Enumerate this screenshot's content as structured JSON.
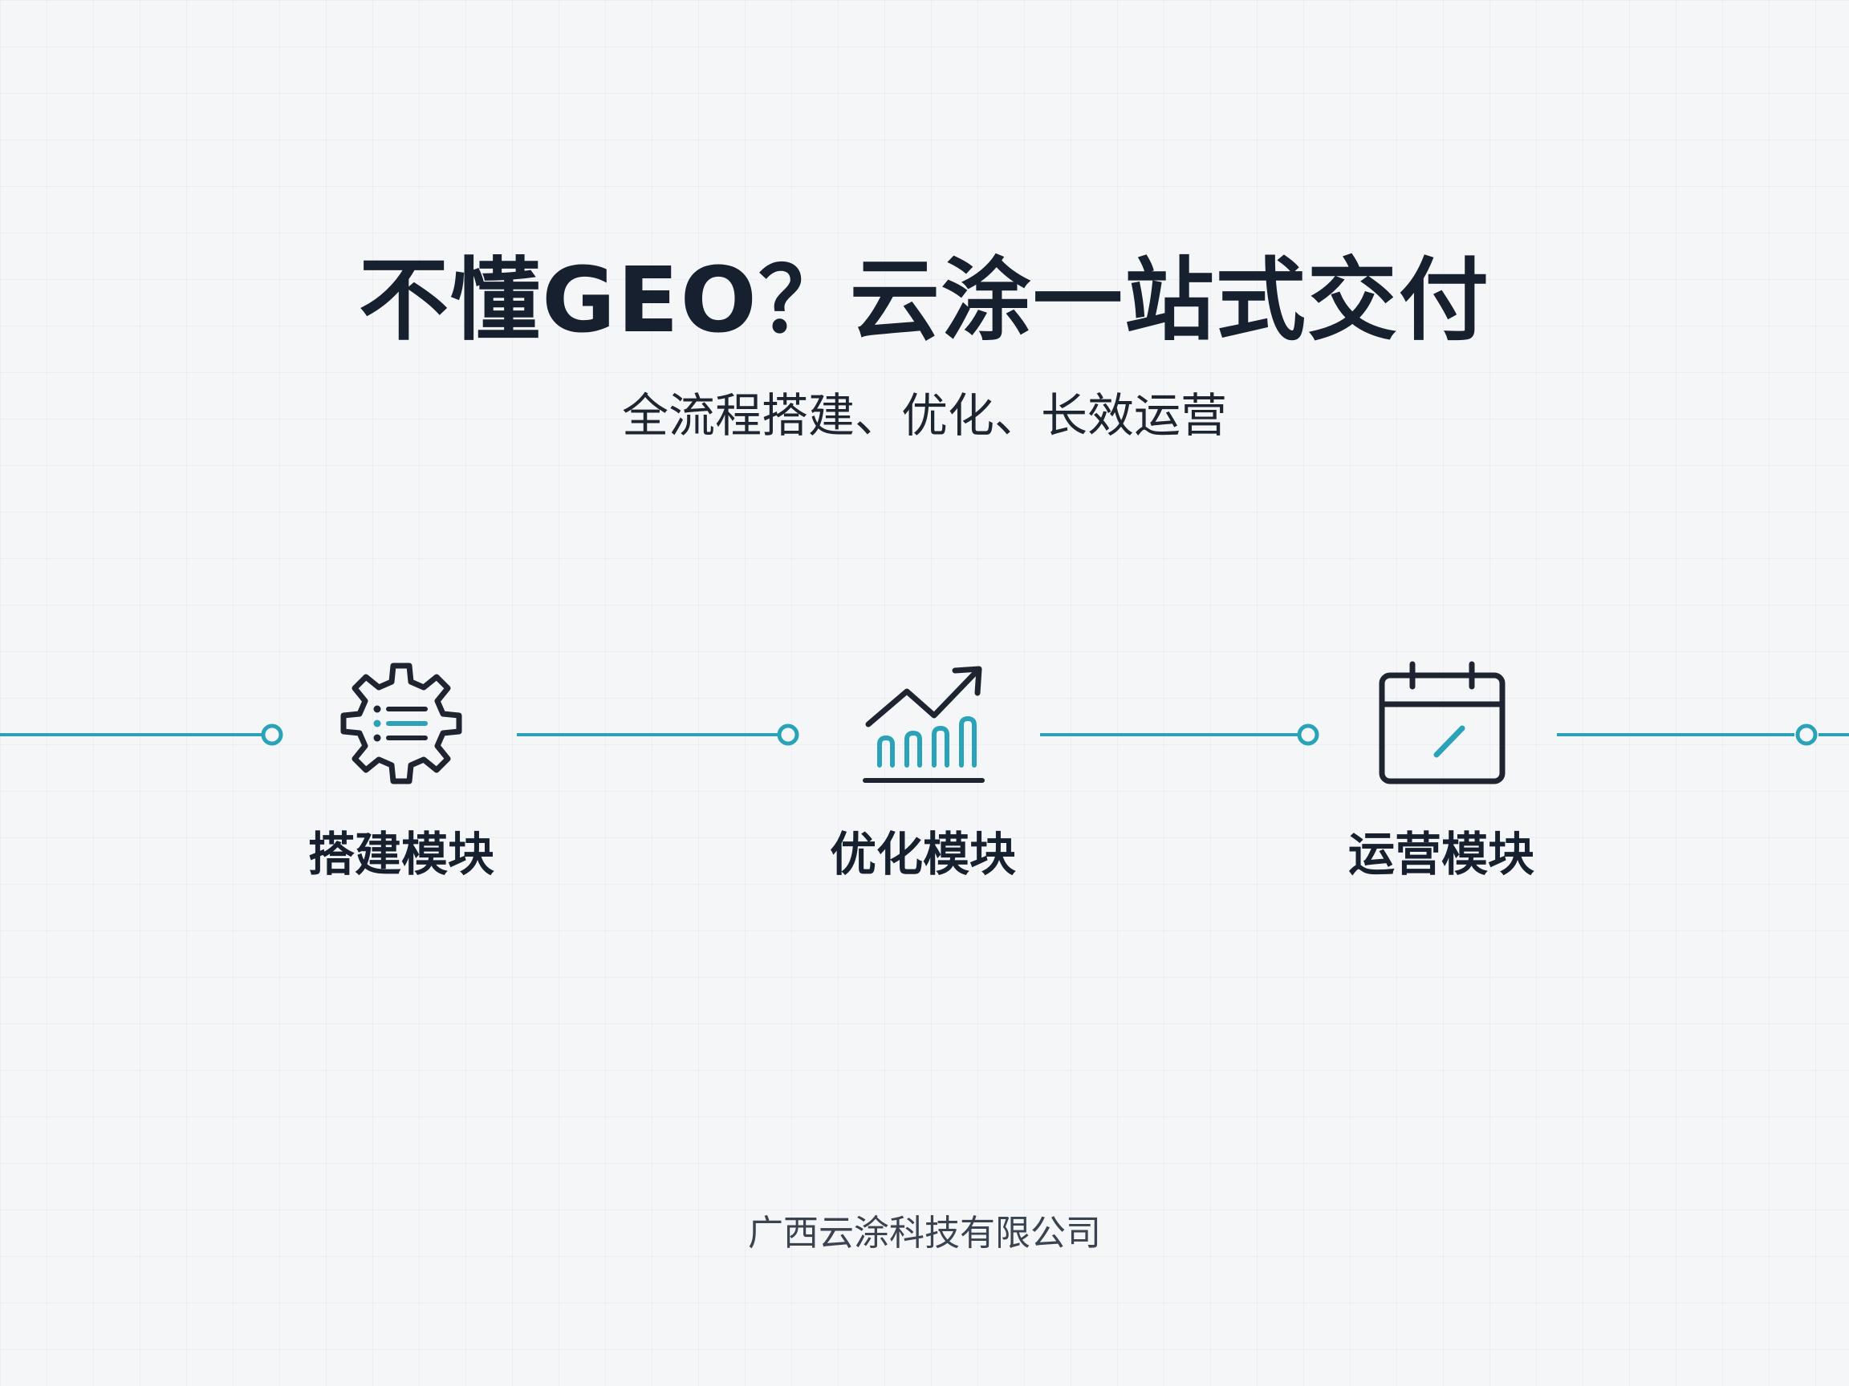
{
  "header": {
    "title": "不懂GEO？云涂一站式交付",
    "subtitle": "全流程搭建、优化、长效运营"
  },
  "modules": [
    {
      "label": "搭建模块",
      "icon": "gear-list-icon"
    },
    {
      "label": "优化模块",
      "icon": "trend-chart-icon"
    },
    {
      "label": "运营模块",
      "icon": "calendar-icon"
    }
  ],
  "footer": {
    "company": "广西云涂科技有限公司"
  },
  "colors": {
    "accent": "#2aa3b8",
    "icon_stroke": "#1e2430",
    "text": "#16202e"
  }
}
